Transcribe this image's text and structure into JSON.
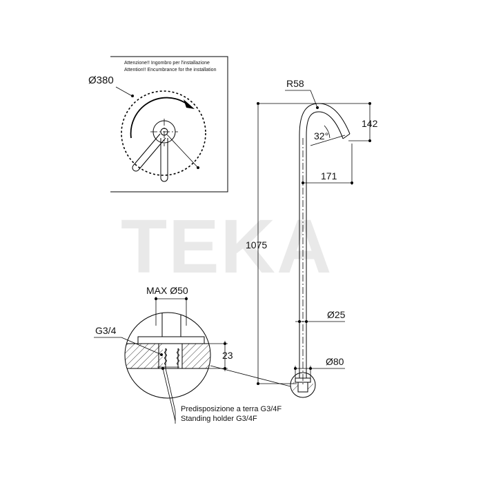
{
  "watermark": "TEKA",
  "inset_top": {
    "note_it": "Attenzione!! Ingombro per l'installazione",
    "note_en": "Attention!! Encumbrance for the installation",
    "diameter_label": "Ø380"
  },
  "main_view": {
    "radius_label": "R58",
    "angle_label": "32°",
    "height_label": "142",
    "reach_label": "171",
    "total_height_label": "1075",
    "pipe_diameter_label": "Ø25",
    "base_diameter_label": "Ø80"
  },
  "detail_view": {
    "max_diameter_label": "MAX Ø50",
    "thread_label": "G3/4",
    "depth_label": "23",
    "note_it": "Predisposizione a terra G3/4F",
    "note_en": "Standing holder G3/4F"
  }
}
